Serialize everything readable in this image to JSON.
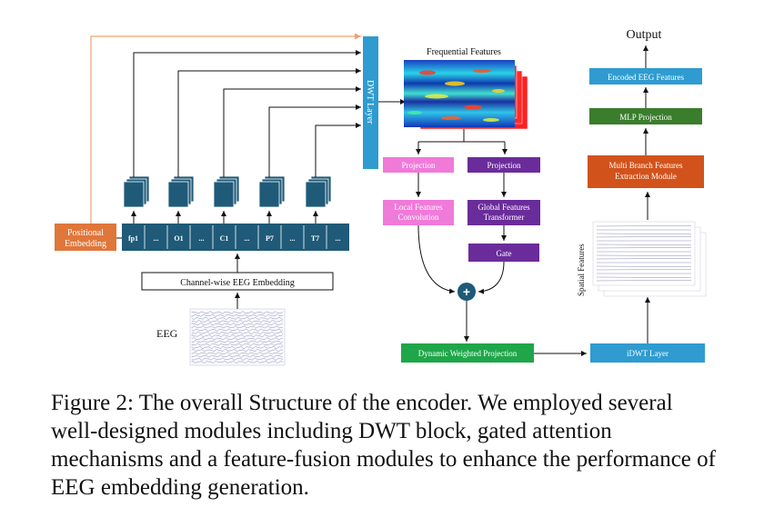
{
  "diagram": {
    "output_label": "Output",
    "encoded_eeg": "Encoded EEG Features",
    "mlp_projection": "MLP Projection",
    "multi_branch_l1": "Multi Branch Features",
    "multi_branch_l2": "Extraction Module",
    "spatial_features": "Spatial Features",
    "idwt_layer": "iDWT Layer",
    "dynamic_weighted": "Dynamic Weighted Projection",
    "frequential_features": "Frequential Features",
    "dwt_layer": "DWT Layer",
    "projection_local": "Projection",
    "projection_global": "Projection",
    "local_l1": "Local Features",
    "local_l2": "Convolution",
    "global_l1": "Global Features",
    "global_l2": "Transformer",
    "gate": "Gate",
    "positional_l1": "Positional",
    "positional_l2": "Embedding",
    "channel_embedding": "Channel-wise EEG Embedding",
    "eeg_label": "EEG",
    "plus_symbol": "+",
    "tokens": [
      "fp1",
      "...",
      "O1",
      "...",
      "C1",
      "...",
      "P7",
      "...",
      "T7",
      "..."
    ]
  },
  "caption": {
    "text": "Figure 2: The overall Structure of the encoder. We employed several well-designed modules including DWT block, gated attention mechanisms and a feature-fusion modules to enhance the performance of EEG embedding generation."
  },
  "colors": {
    "dark_teal": "#1f5a78",
    "blue_layer": "#2f9bd0",
    "green": "#3a7d2c",
    "orange": "#d2521b",
    "pink": "#f07ad8",
    "purple": "#6a2c9a",
    "bright_green": "#1fa64a",
    "positional_orange": "#e0763a",
    "orange_arrow": "#f0a070"
  }
}
